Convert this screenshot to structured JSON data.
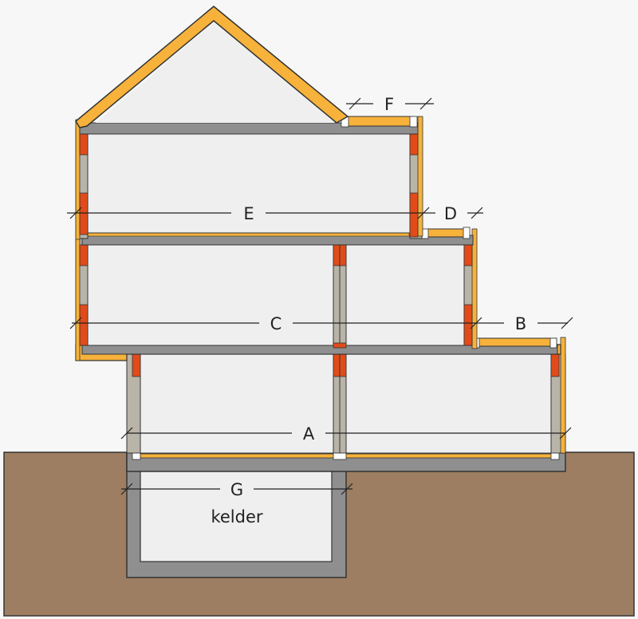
{
  "labels": {
    "A": "A",
    "B": "B",
    "C": "C",
    "D": "D",
    "E": "E",
    "F": "F",
    "G": "G",
    "cellar": "kelder"
  },
  "colors": {
    "background": "#f7f7f7",
    "ground": "#9e7e62",
    "concrete": "#8f8f8f",
    "insulation": "#f7b23b",
    "room": "#efefef",
    "window_red": "#e14b1a",
    "window_dark": "#b33a12",
    "wall_light": "#b9b4a8",
    "outline": "#333333"
  }
}
